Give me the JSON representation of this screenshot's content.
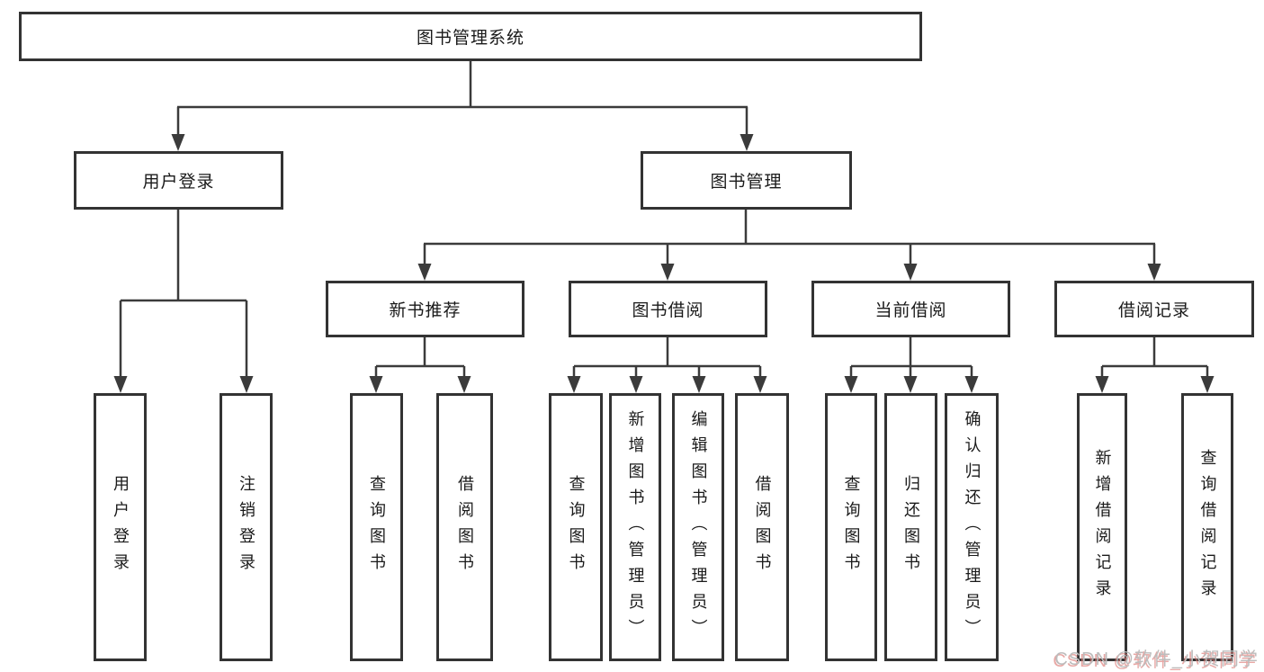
{
  "nodes": {
    "root": "图书管理系统",
    "user_login": "用户登录",
    "book_mgmt": "图书管理",
    "new_book_rec": "新书推荐",
    "book_borrow": "图书借阅",
    "current_borrow": "当前借阅",
    "borrow_records": "借阅记录"
  },
  "leaves": {
    "user_login": [
      "用户登录",
      "注销登录"
    ],
    "new_book": [
      "查询图书",
      "借阅图书"
    ],
    "book_borrow": [
      "查询图书",
      "新增图书（管理员）",
      "编辑图书（管理员）",
      "借阅图书"
    ],
    "current_borrow": [
      "查询图书",
      "归还图书",
      "确认归还（管理员）"
    ],
    "borrow_record": [
      "新增借阅记录",
      "查询借阅记录"
    ]
  },
  "watermark": {
    "text": "CSDN @软件_小贺同学"
  },
  "colors": {
    "line": "#3b3b3b",
    "box_border": "#333333",
    "text": "#1a1a1a",
    "background": "#ffffff",
    "watermark": "#bcbcbc",
    "watermark_shadow": "#dc8f8f"
  }
}
